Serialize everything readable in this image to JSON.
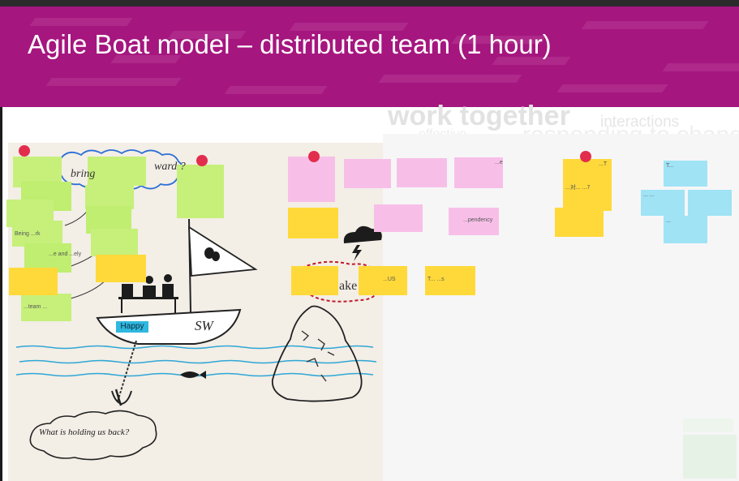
{
  "slide": {
    "title": "Agile Boat model – distributed team (1 hour)",
    "ghost_heading": "work together",
    "ghost_word": "interactions",
    "ghost_line": "effective",
    "ghost_line2": "responding to change"
  },
  "board": {
    "bring_text": "bring",
    "ward_text": "ward ?",
    "ship_label": "SW",
    "happy_tag": "Happy",
    "question_bubble": "What is holding us back?",
    "lake_text": "ake"
  },
  "notes": {
    "green_1": "Being ...rk",
    "green_2": "...e and ...ely",
    "green_3": "...team ...",
    "yellow_1": "...US",
    "yellow_2": "T... ...s",
    "pink_1": "...pendency",
    "pink_2": "...e",
    "yellow_3": "...T",
    "yellow_4": "...对... ...7",
    "blue_1": "T...",
    "blue_2": "... ...",
    "blue_3": "..."
  },
  "colors": {
    "banner": "#a5167f",
    "green_note": "#c6f07a",
    "yellow_note": "#ffd93a",
    "pink_note": "#f7bfe8",
    "blue_note": "#9fe3f5",
    "dot": "#e22e4d"
  }
}
